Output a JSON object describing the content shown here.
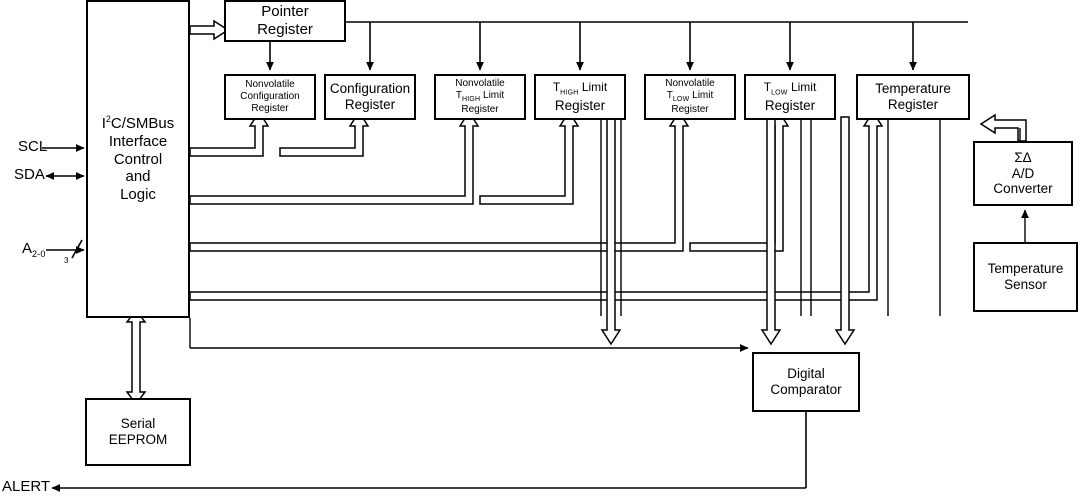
{
  "diagram": {
    "title": "Temperature sensor with I2C/SMBus interface block diagram",
    "stroke_color": "#000000",
    "background": "#ffffff"
  },
  "signals": {
    "scl": "SCL",
    "sda": "SDA",
    "addr_base": "A",
    "addr_sub": "2-0",
    "addr_bus_width": "3",
    "alert": "ALERT"
  },
  "blocks": {
    "interface": {
      "line1": "I",
      "sup": "2",
      "line1b": "C/SMBus",
      "line2": "Interface",
      "line3": "Control",
      "line4": "and",
      "line5": "Logic"
    },
    "pointer_register": {
      "line1": "Pointer",
      "line2": "Register"
    },
    "nv_config_register": {
      "line1": "Nonvolatile",
      "line2": "Configuration",
      "line3": "Register"
    },
    "config_register": {
      "line1": "Configuration",
      "line2": "Register"
    },
    "nv_thigh_register": {
      "line1": "Nonvolatile",
      "line2a": "T",
      "line2sub": "HIGH",
      "line2b": " Limit",
      "line3": "Register"
    },
    "thigh_register": {
      "line1a": "T",
      "line1sub": "HIGH",
      "line1b": " Limit",
      "line2": "Register"
    },
    "nv_tlow_register": {
      "line1": "Nonvolatile",
      "line2a": "T",
      "line2sub": "LOW",
      "line2b": " Limit",
      "line3": "Register"
    },
    "tlow_register": {
      "line1a": "T",
      "line1sub": "LOW",
      "line1b": " Limit",
      "line2": "Register"
    },
    "temperature_register": {
      "line1": "Temperature",
      "line2": "Register"
    },
    "adc": {
      "line1": "ΣΔ",
      "line2": "A/D",
      "line3": "Converter"
    },
    "temp_sensor": {
      "line1": "Temperature",
      "line2": "Sensor"
    },
    "serial_eeprom": {
      "line1": "Serial",
      "line2": "EEPROM"
    },
    "digital_comparator": {
      "line1": "Digital",
      "line2": "Comparator"
    }
  }
}
